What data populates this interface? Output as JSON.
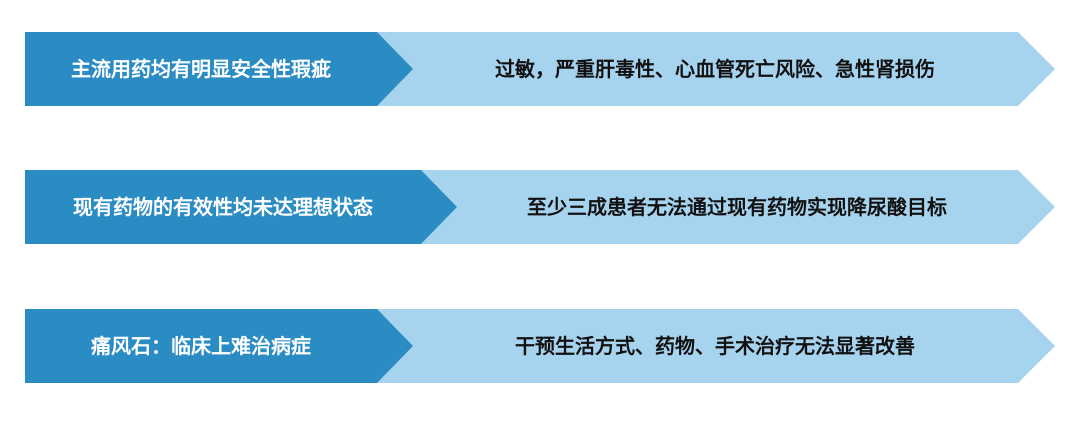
{
  "rows": [
    {
      "problem": "主流用药均有明显安全性瑕疵",
      "detail": "过敏，严重肝毒性、心血管死亡风险、急性肾损伤"
    },
    {
      "problem": "现有药物的有效性均未达理想状态",
      "detail": "至少三成患者无法通过现有药物实现降尿酸目标"
    },
    {
      "problem": "痛风石：临床上难治病症",
      "detail": "干预生活方式、药物、手术治疗无法显著改善"
    }
  ],
  "colors": {
    "left_fill": "#2b8cc4",
    "right_fill": "#a6d3ee",
    "left_text": "#ffffff",
    "right_text": "#111111"
  }
}
